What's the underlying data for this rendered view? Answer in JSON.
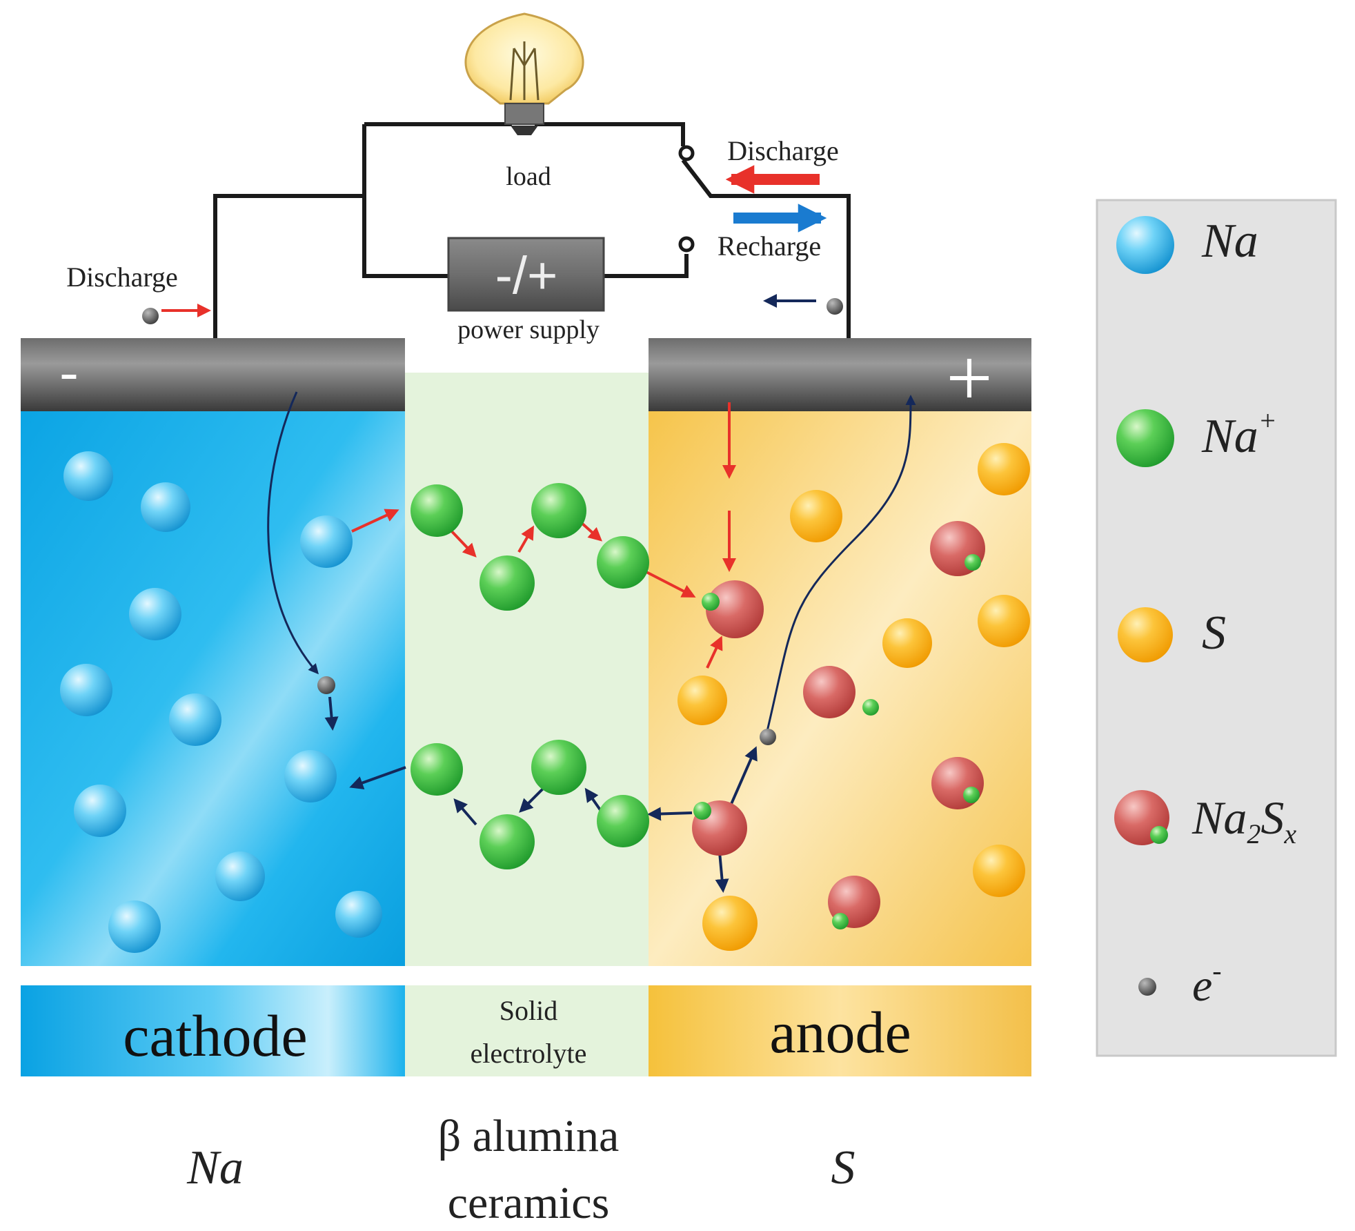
{
  "circuit": {
    "load_label": "load",
    "power_supply_sign": "-/+",
    "power_supply_label": "power supply",
    "discharge_label_right": "Discharge",
    "recharge_label": "Recharge",
    "discharge_label_left": "Discharge"
  },
  "electrodes": {
    "negative_sign": "-",
    "positive_sign": "+"
  },
  "regions": {
    "cathode_label": "cathode",
    "electrolyte_label_line1": "Solid",
    "electrolyte_label_line2": "electrolyte",
    "anode_label": "anode"
  },
  "materials": {
    "cathode_material": "Na",
    "electrolyte_material_line1": "β alumina",
    "electrolyte_material_line2": "ceramics",
    "anode_material": "S"
  },
  "legend": {
    "items": [
      {
        "base": "Na",
        "sup": "",
        "sub": ""
      },
      {
        "base": "Na",
        "sup": "+",
        "sub": ""
      },
      {
        "base": "S",
        "sup": "",
        "sub": ""
      },
      {
        "base": "Na",
        "sub": "2",
        "base2": "S",
        "sub2": "x"
      },
      {
        "base": "e",
        "sup": "-",
        "sub": ""
      }
    ]
  },
  "colors": {
    "cathode": "#1bb3ea",
    "electrolyte": "#e3f3da",
    "anode": "#f7cf56",
    "na_particle": "#4cc3f2",
    "na_plus_particle": "#3fc24a",
    "s_particle": "#f9b91c",
    "na2sx_particle": "#d9534f",
    "electron": "#555555",
    "discharge_arrow": "#e8312a",
    "recharge_arrow": "#1a7bd0",
    "flow_arrow": "#14285a",
    "legend_bg": "#e3e3e3"
  }
}
